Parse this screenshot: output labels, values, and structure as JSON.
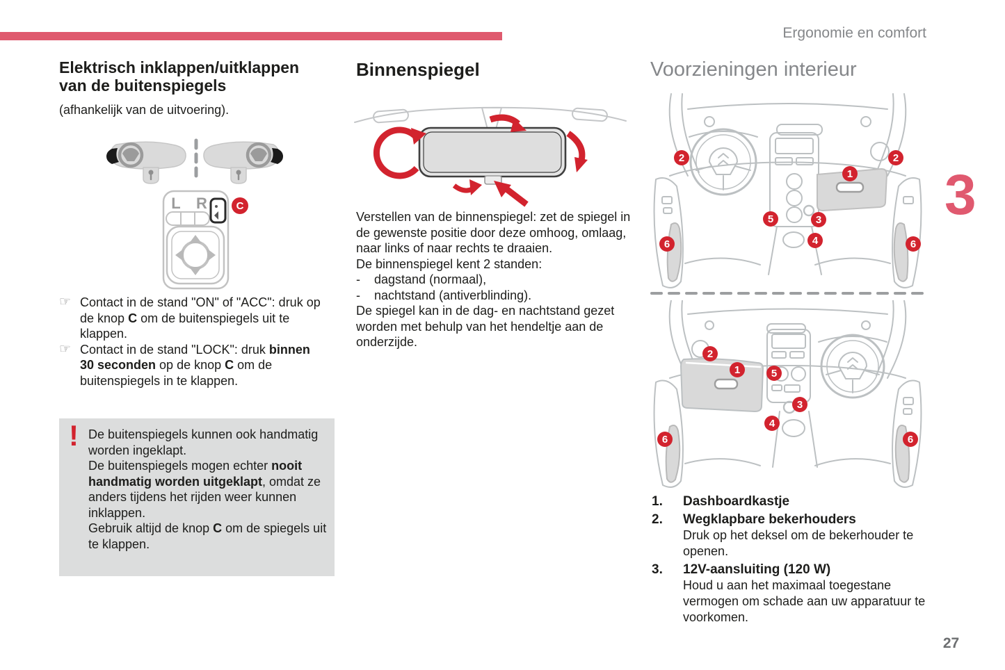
{
  "page": {
    "header_right": "Ergonomie en comfort",
    "chapter_tab": "3",
    "page_number": "27"
  },
  "colors": {
    "accent_pink": "#df5a6e",
    "bright_red": "#d2232e",
    "heading_gray": "#85878a",
    "line_art_gray": "#bcc0c2",
    "panel_gray": "#dcdddd"
  },
  "left_column": {
    "title_line1": "Elektrisch inklappen/uitklappen",
    "title_line2": "van de buitenspiegels",
    "subtitle": "(afhankelijk van de uitvoering).",
    "diagram": {
      "label_left": "L",
      "label_right": "R",
      "button_label": "C"
    },
    "bullet_icon": "☞",
    "bullets": [
      {
        "pre": "Contact in de stand \"ON\" of \"ACC\": druk op de knop ",
        "bold": "C",
        "post": " om de buitenspiegels uit te klappen."
      },
      {
        "pre": "Contact in de stand \"LOCK\": druk ",
        "bold": "binnen 30 seconden",
        "mid": " op de knop ",
        "bold2": "C",
        "post": " om de buitenspiegels in te klappen."
      }
    ],
    "warning": {
      "icon": "!",
      "p1": "De buitenspiegels kunnen ook handmatig worden ingeklapt.",
      "p2_pre": "De buitenspiegels mogen echter ",
      "p2_bold": "nooit handmatig worden uitgeklapt",
      "p2_post": ", omdat ze anders tijdens het rijden weer kunnen inklappen.",
      "p3_pre": "Gebruik altijd de knop ",
      "p3_bold": "C",
      "p3_post": " om de spiegels uit te klappen."
    }
  },
  "middle_column": {
    "title": "Binnenspiegel",
    "p1": "Verstellen van de binnenspiegel: zet de spiegel in de gewenste positie door deze omhoog, omlaag, naar links of naar rechts te draaien.",
    "p2": "De binnenspiegel kent 2 standen:",
    "list_marker": "-",
    "list": [
      "dagstand (normaal),",
      "nachtstand (antiverblinding)."
    ],
    "p3": "De spiegel kan in de dag- en nachtstand gezet worden met behulp van het hendeltje aan de onderzijde."
  },
  "right_column": {
    "title": "Voorzieningen interieur",
    "callouts_top": [
      "2",
      "1",
      "2",
      "5",
      "3",
      "4",
      "6",
      "6"
    ],
    "callouts_bottom": [
      "2",
      "1",
      "5",
      "3",
      "4",
      "6",
      "6"
    ],
    "items": [
      {
        "num": "1.",
        "name": "Dashboardkastje",
        "desc": ""
      },
      {
        "num": "2.",
        "name": "Wegklapbare bekerhouders",
        "desc": "Druk op het deksel om de bekerhouder te openen."
      },
      {
        "num": "3.",
        "name": "12V-aansluiting (120 W)",
        "desc": "Houd u aan het maximaal toegestane vermogen om schade aan uw apparatuur te voorkomen."
      }
    ]
  }
}
